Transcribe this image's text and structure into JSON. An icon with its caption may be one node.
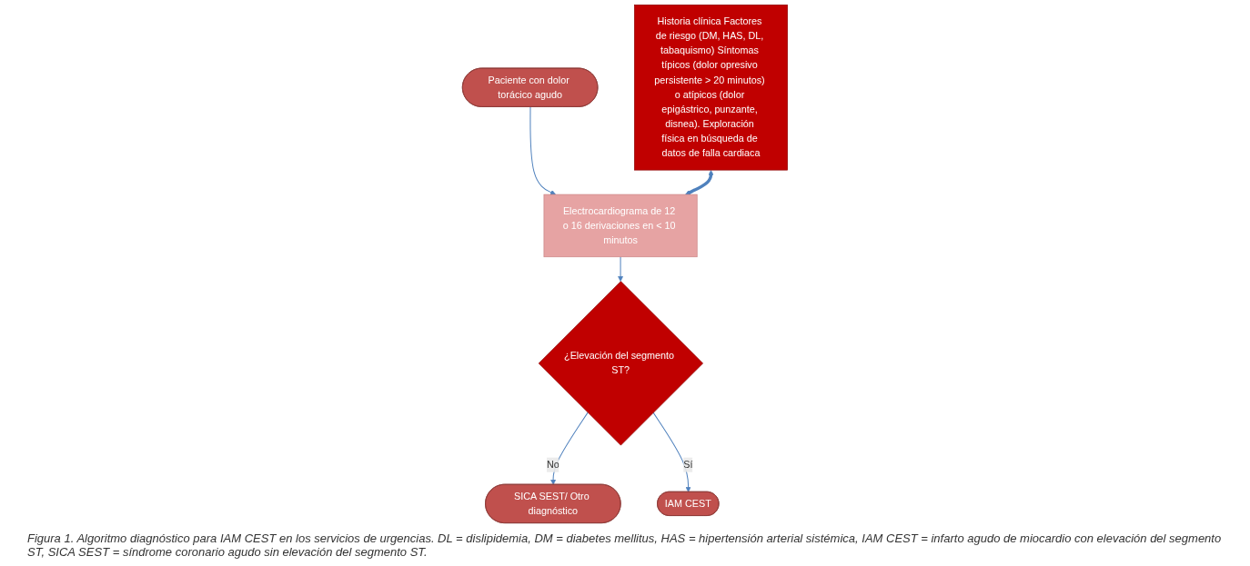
{
  "diagram": {
    "caption": "Figura 1. Algoritmo diagnóstico para IAM CEST en los servicios de urgencias. DL = dislipidemia, DM = diabetes mellitus, HAS = hipertensión arterial sistémica, IAM CEST = infarto agudo de miocardio con elevación del segmento ST, SICA SEST = síndrome coronario agudo sin elevación del segmento ST.",
    "nodes": [
      {
        "text": [
          "Paciente con dolor torácico agudo"
        ]
      },
      {
        "text": [
          "Historia clínica Factores de riesgo (DM, HAS, DL, tabaquismo) Síntomas típicos (dolor opresivo persistente > 20 minutos) o atípicos (dolor epigástrico, punzante, disnea). Exploración física en búsqueda de datos de falla cardiaca"
        ]
      },
      {
        "text": [
          "Electrocardiograma de 12 o 16 derivaciones en < 10 minutos"
        ]
      },
      {
        "text": [
          "¿Elevación del segmento ST?"
        ]
      },
      {
        "text": [
          "SICA SEST/ Otro diagnóstico"
        ]
      },
      {
        "text": [
          "IAM CEST"
        ]
      }
    ],
    "edges": [
      {
        "from": 0,
        "to": 2,
        "arrow": "to"
      },
      {
        "from": 1,
        "to": 2,
        "arrow": "both",
        "style": "thick"
      },
      {
        "from": 2,
        "to": 3,
        "arrow": "to"
      },
      {
        "from": 3,
        "to": 4,
        "arrow": "to",
        "label": "No"
      },
      {
        "from": 3,
        "to": 5,
        "arrow": "to",
        "label": "Sí"
      }
    ]
  }
}
